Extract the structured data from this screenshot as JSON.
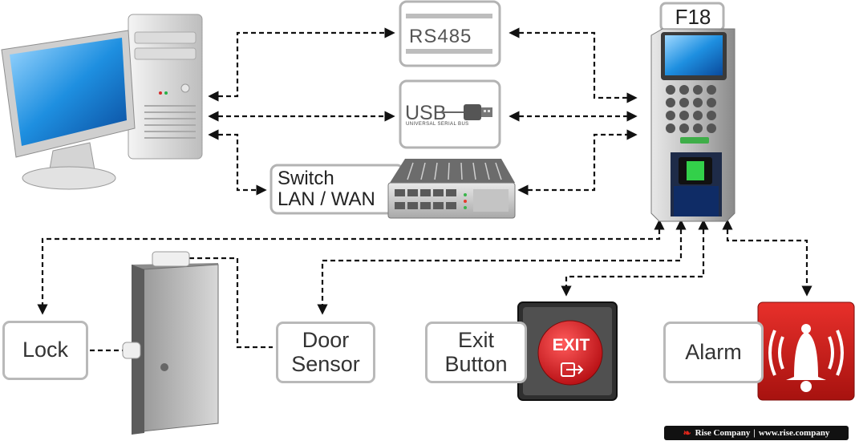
{
  "devices": {
    "computer": {
      "icon": "desktop-computer-icon"
    },
    "rs485": {
      "text": "RS485",
      "icon": "rs485-module-icon"
    },
    "usb": {
      "text": "USB",
      "subtext": "UNIVERSAL SERIAL BUS",
      "icon": "usb-cable-icon"
    },
    "switch": {
      "line1": "Switch",
      "line2": "LAN / WAN",
      "icon": "network-switch-icon"
    },
    "terminal": {
      "model": "F18",
      "icon": "fingerprint-terminal-icon"
    }
  },
  "peripherals": {
    "lock": {
      "label": "Lock"
    },
    "door_sensor": {
      "line1": "Door",
      "line2": "Sensor"
    },
    "exit_button": {
      "line1": "Exit",
      "line2": "Button",
      "sign_text": "EXIT"
    },
    "alarm": {
      "label": "Alarm",
      "icon": "alarm-bell-icon"
    }
  },
  "footer": {
    "brand": "Rise Company",
    "separator": "|",
    "url": "www.rise.company"
  },
  "colors": {
    "label_border": "#b9b9b9",
    "connector": "#111111",
    "exit_red": "#e1262b",
    "alarm_red": "#c8201e"
  }
}
